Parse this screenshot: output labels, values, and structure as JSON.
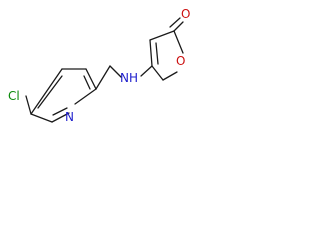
{
  "molecule": {
    "atoms": {
      "chlorine": {
        "label": "Cl",
        "color": "#0a8a0a"
      },
      "pyridine_nitrogen": {
        "label": "N",
        "color": "#1d1dcc"
      },
      "amine": {
        "label": "NH",
        "color": "#1d1dcc"
      },
      "ring_oxygen": {
        "label": "O",
        "color": "#cc1111"
      },
      "carbonyl_oxygen": {
        "label": "O",
        "color": "#cc1111"
      }
    },
    "bond_color": "#1a1a1a"
  }
}
